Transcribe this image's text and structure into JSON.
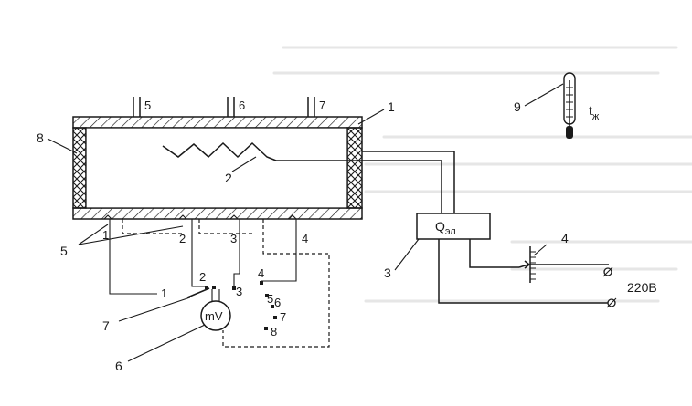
{
  "labels": {
    "chamber": "1",
    "heater": "2",
    "controller": "3",
    "rheostat": "4",
    "thermocouples": "5",
    "millivoltmeter": "6",
    "switch": "7",
    "insulation": "8",
    "thermometer": "9",
    "port_5": "5",
    "port_6": "6",
    "port_7": "7",
    "tc_1": "1",
    "tc_2": "2",
    "tc_3": "3",
    "tc_4": "4",
    "sw_1": "1",
    "sw_2": "2",
    "sw_3": "3",
    "sw_4": "4",
    "sw_5": "5",
    "sw_6": "6",
    "sw_7": "7",
    "sw_8": "8"
  },
  "controller_label": {
    "main": "Q",
    "sub": "эл"
  },
  "meter_label": "mV",
  "voltage_label": "220В",
  "temperature_label": {
    "main": "t",
    "sub": "ж"
  }
}
